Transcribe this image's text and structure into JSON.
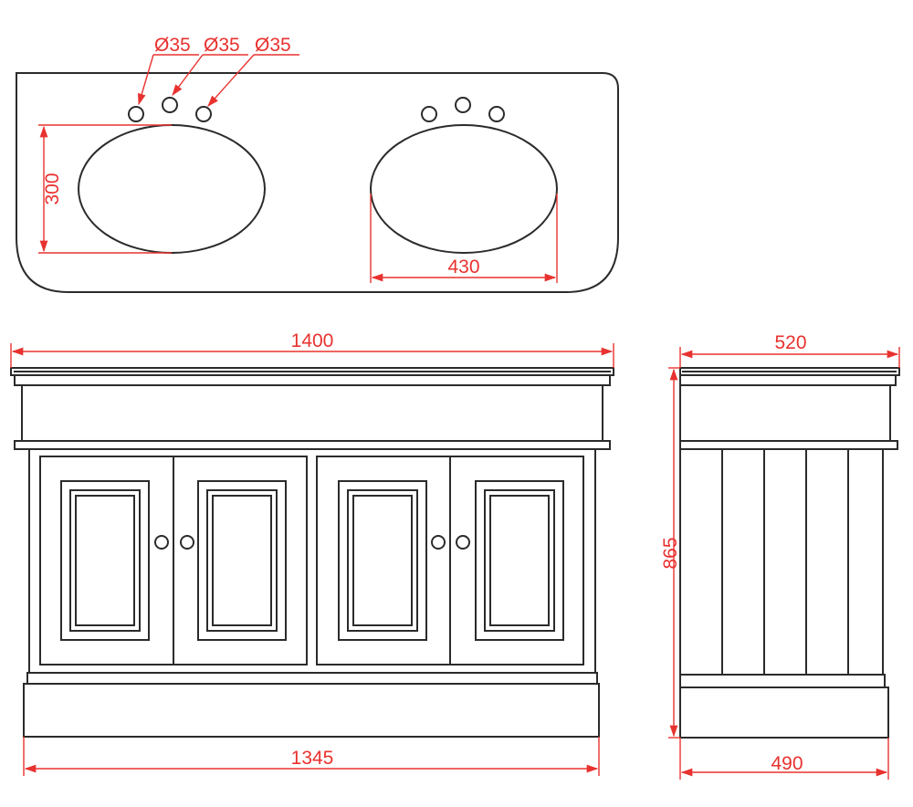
{
  "dimensions": {
    "hole_diameter_1": "Ø35",
    "hole_diameter_2": "Ø35",
    "hole_diameter_3": "Ø35",
    "basin_depth": "300",
    "basin_width": "430",
    "top_width": "1400",
    "base_width": "1345",
    "side_top_depth": "520",
    "side_height": "865",
    "side_base_depth": "490"
  },
  "colors": {
    "outline": "#2b2b2b",
    "dimension": "#e8322f",
    "background": "#ffffff"
  }
}
